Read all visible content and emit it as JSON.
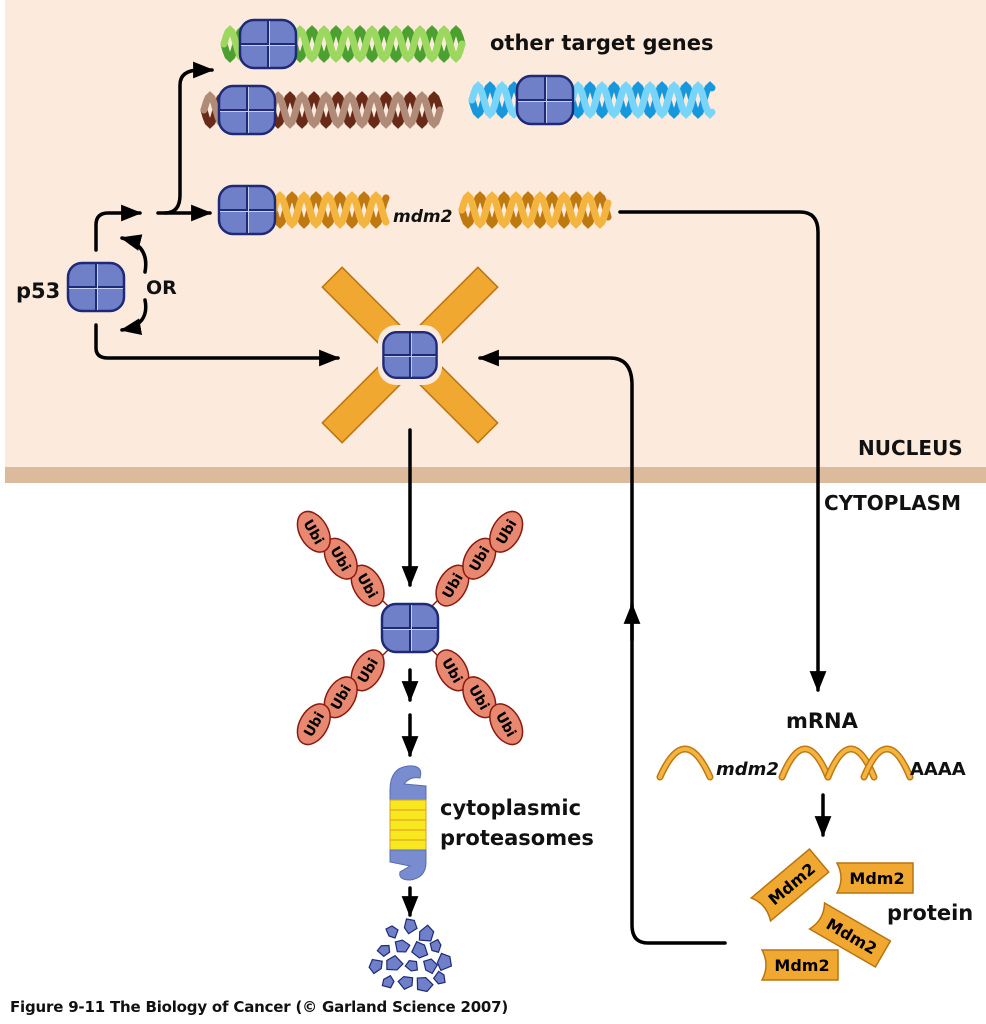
{
  "figure": {
    "caption": "Figure 9-11  The Biology of Cancer (© Garland Science 2007)"
  },
  "compartments": {
    "nucleus": "NUCLEUS",
    "cytoplasm": "CYTOPLASM"
  },
  "labels": {
    "p53": "p53",
    "or": "OR",
    "other_target_genes": "other target genes",
    "mdm2_gene": "mdm2",
    "mrna": "mRNA",
    "mrna_gene": "mdm2",
    "poly_a": "AAAA",
    "protein": "protein",
    "proteasome": "cytoplasmic",
    "proteasome_line2": "proteasomes",
    "ubiquitin": "Ubi",
    "mdm2_protein": "Mdm2"
  },
  "colors": {
    "nucleus_bg": "#fcebdc",
    "membrane": "#dcbb9c",
    "p53_fill": "#7080c8",
    "p53_stroke": "#1e2a78",
    "mdm2_orange": "#f0a830",
    "mdm2_dark": "#b87410",
    "ubi_fill": "#e88870",
    "ubi_stroke": "#8a1a10",
    "dna_green": "#6cc040",
    "dna_brown": "#8c5a40",
    "dna_blue": "#40b8ec",
    "proteasome_yellow": "#f8e820",
    "proteasome_blue": "#7a8cd0"
  }
}
